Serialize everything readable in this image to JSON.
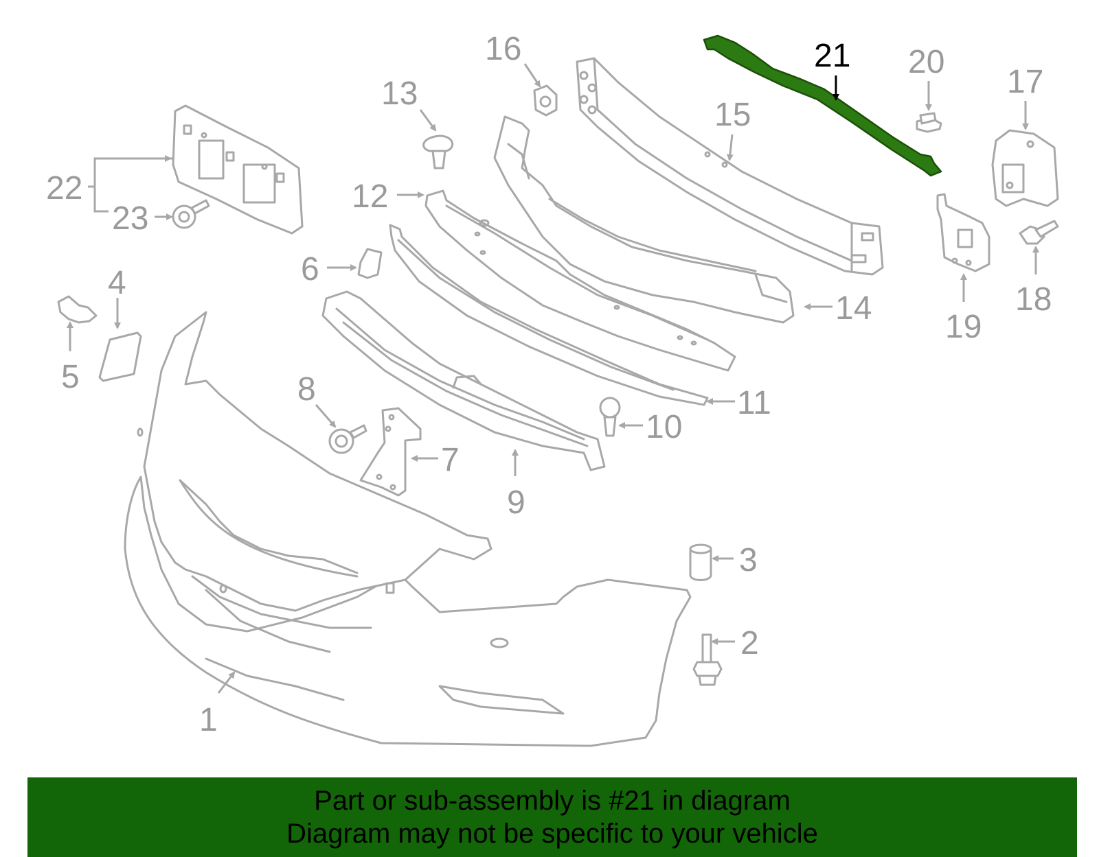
{
  "diagram": {
    "highlighted_callout": "21",
    "highlight_color": "#2b7a12",
    "banner_color": "#136608",
    "part_stroke_color": "#a8a8a8",
    "callouts": {
      "c1": "1",
      "c2": "2",
      "c3": "3",
      "c4": "4",
      "c5": "5",
      "c6": "6",
      "c7": "7",
      "c8": "8",
      "c9": "9",
      "c10": "10",
      "c11": "11",
      "c12": "12",
      "c13": "13",
      "c14": "14",
      "c15": "15",
      "c16": "16",
      "c17": "17",
      "c18": "18",
      "c19": "19",
      "c20": "20",
      "c21": "21",
      "c22": "22",
      "c23": "23"
    }
  },
  "banner": {
    "line1": "Part or sub-assembly is #21 in diagram",
    "line2": "Diagram may not be specific to your vehicle"
  }
}
